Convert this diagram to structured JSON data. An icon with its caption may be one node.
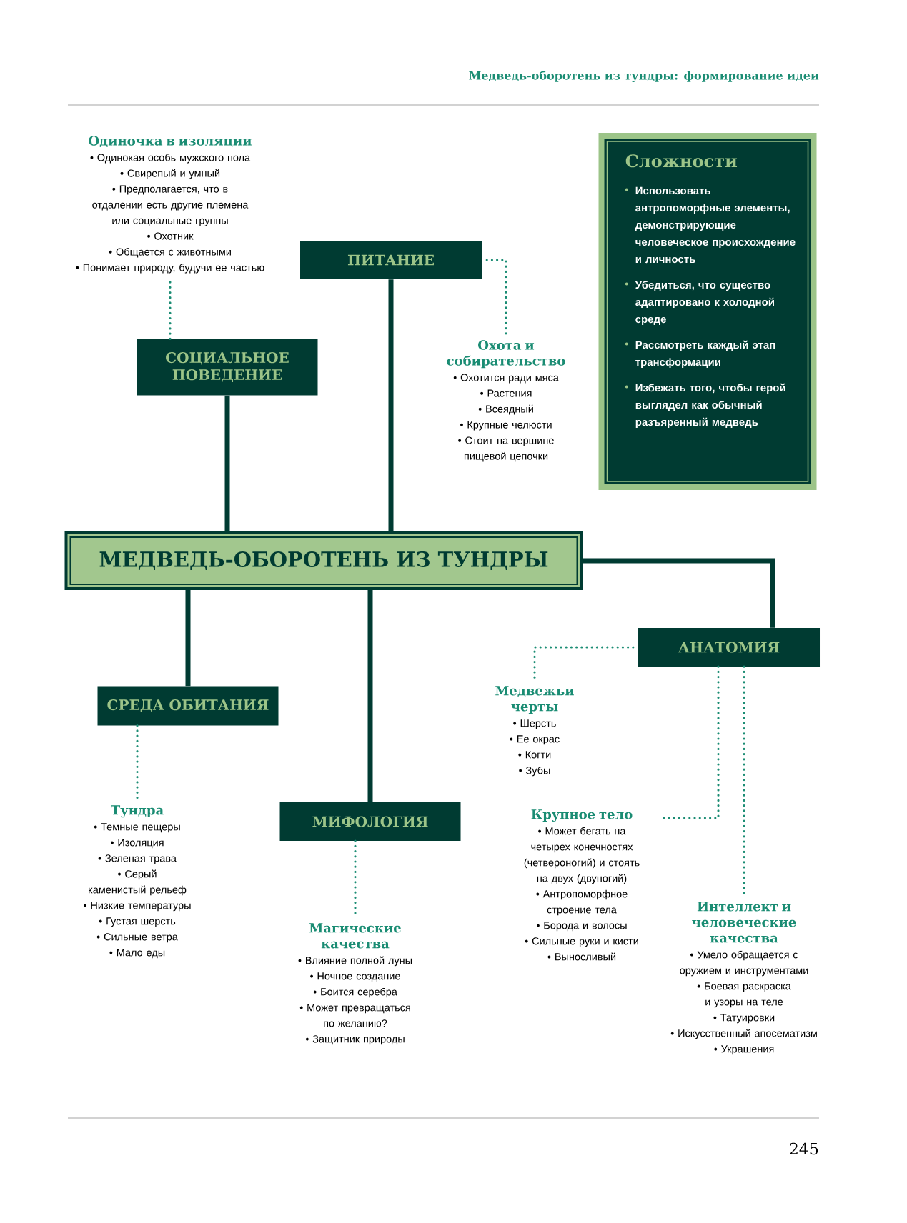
{
  "diagram": {
    "title": "Медведь-оборотень из тундры: формирование идеи",
    "nodes": [
      {
        "text": [
          "МЕДВЕДЬ-ОБОРОТЕНЬ ИЗ ТУНДРЫ"
        ]
      },
      {
        "text": [
          "ПИТАНИЕ"
        ]
      },
      {
        "text": [
          "СОЦИАЛЬНОЕ ПОВЕДЕНИЕ"
        ]
      },
      {
        "text": [
          "АНАТОМИЯ"
        ]
      },
      {
        "text": [
          "СРЕДА ОБИТАНИЯ"
        ]
      },
      {
        "text": [
          "МИФОЛОГИЯ"
        ]
      },
      {
        "text": [
          "Одиночка в изоляции",
          "• Одинокая особь мужского пола",
          "• Свирепый и умный",
          "• Предполагается, что в отдалении есть другие племена или социальные группы",
          "• Охотник",
          "• Общается с животными",
          "• Понимает природу, будучи ее частью"
        ]
      },
      {
        "text": [
          "Охота и собирательство",
          "• Охотится ради мяса",
          "• Растения",
          "• Всеядный",
          "• Крупные челюсти",
          "• Стоит на вершине пищевой цепочки"
        ]
      },
      {
        "text": [
          "Медвежьи черты",
          "• Шерсть",
          "• Ее окрас",
          "• Когти",
          "• Зубы"
        ]
      },
      {
        "text": [
          "Тундра",
          "• Темные пещеры",
          "• Изоляция",
          "• Зеленая трава",
          "• Серый каменистый рельеф",
          "• Низкие температуры",
          "• Густая шерсть",
          "• Сильные ветра",
          "• Мало еды"
        ]
      },
      {
        "text": [
          "Магические качества",
          "• Влияние полной луны",
          "• Ночное создание",
          "• Боится серебра",
          "• Может превращаться по желанию?",
          "• Защитник природы"
        ]
      },
      {
        "text": [
          "Крупное тело",
          "• Может бегать на четырех конечностях (четвероногий) и стоять на двух (двуногий)",
          "• Антропоморфное строение тела",
          "• Борода и волосы",
          "• Сильные руки и кисти",
          "• Выносливый"
        ]
      },
      {
        "text": [
          "Интеллект и человеческие качества",
          "• Умело обращается с оружием и инструментами",
          "• Боевая раскраска и узоры на теле",
          "• Татуировки",
          "• Искусственный апосематизм",
          "• Украшения"
        ]
      },
      {
        "text": [
          "Сложности",
          "Использовать антропоморфные элементы, демонстрирующие человеческое происхождение и личность",
          "Убедиться, что существо адаптировано к холодной среде",
          "Рассмотреть каждый этап трансформации",
          "Избежать того, чтобы герой выглядел как обычный разъяренный медведь"
        ]
      }
    ],
    "edges": [
      {
        "from": 0,
        "to": 1,
        "arrow": "none",
        "style": "thick",
        "color": "#003b32"
      },
      {
        "from": 0,
        "to": 2,
        "arrow": "none",
        "style": "thick",
        "color": "#003b32"
      },
      {
        "from": 0,
        "to": 3,
        "arrow": "none",
        "style": "thick",
        "color": "#003b32"
      },
      {
        "from": 0,
        "to": 4,
        "arrow": "none",
        "style": "thick",
        "color": "#003b32"
      },
      {
        "from": 0,
        "to": 5,
        "arrow": "none",
        "style": "thick",
        "color": "#003b32"
      },
      {
        "from": 2,
        "to": 6,
        "arrow": "none",
        "style": "dashed"
      },
      {
        "from": 1,
        "to": 7,
        "arrow": "none",
        "style": "dashed"
      },
      {
        "from": 3,
        "to": 8,
        "arrow": "none",
        "style": "dashed"
      },
      {
        "from": 3,
        "to": 11,
        "arrow": "none",
        "style": "dashed"
      },
      {
        "from": 3,
        "to": 12,
        "arrow": "none",
        "style": "dashed"
      },
      {
        "from": 4,
        "to": 9,
        "arrow": "none",
        "style": "dashed"
      },
      {
        "from": 5,
        "to": 10,
        "arrow": "none",
        "style": "dashed"
      }
    ],
    "labels": [
      "245"
    ]
  }
}
